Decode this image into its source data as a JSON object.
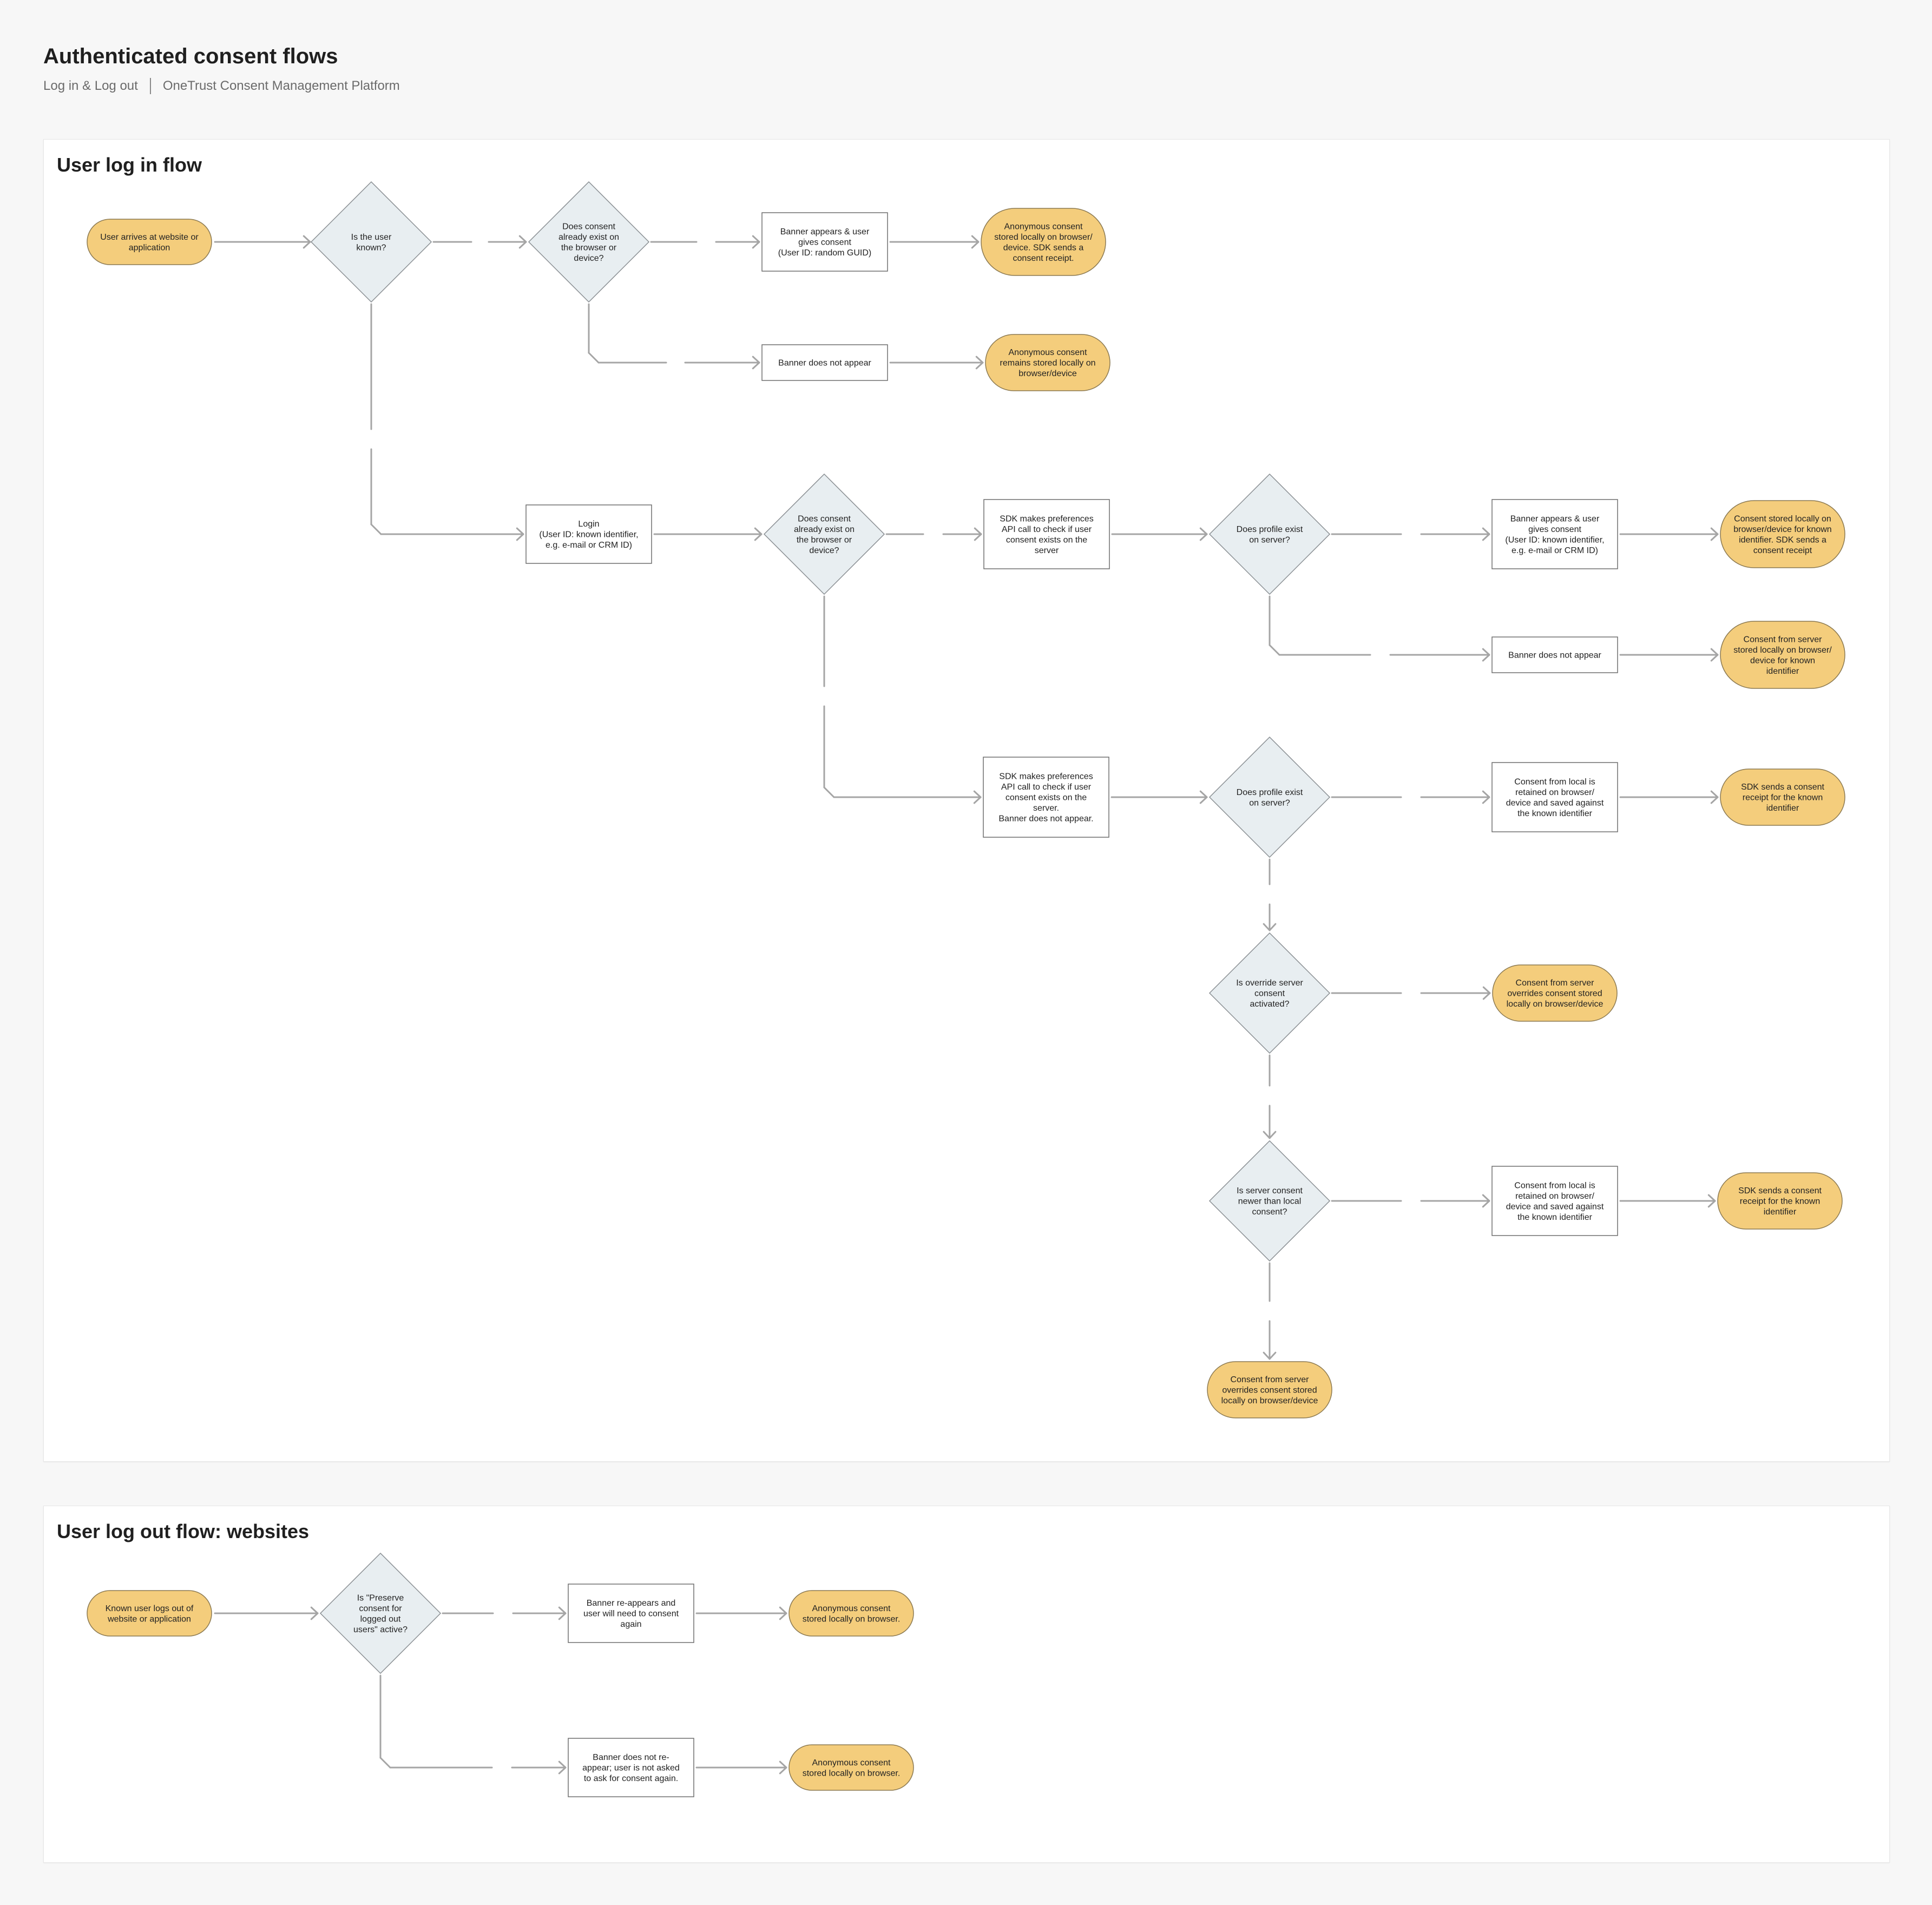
{
  "header": {
    "title": "Authenticated consent flows",
    "breadcrumb": [
      "Log in & Log out",
      "OneTrust Consent Management Platform"
    ]
  },
  "colors": {
    "terminal_fill": "#f4cd7c",
    "terminal_stroke": "#8c7a52",
    "decision_fill": "#e8eef1",
    "decision_stroke": "#8a8f93",
    "process_fill": "#ffffff",
    "process_stroke": "#6f6f6f",
    "connector": "#a5a5a5"
  },
  "login_flow": {
    "title": "User log in flow",
    "nodes": [
      {
        "id": "arrive",
        "type": "terminal",
        "icon": "start-terminal",
        "lines": [
          "User arrives at website or",
          "application"
        ]
      },
      {
        "id": "known",
        "type": "decision",
        "lines": [
          "Is the user",
          "known?"
        ]
      },
      {
        "id": "exists1",
        "type": "decision",
        "lines": [
          "Does consent",
          "already exist on",
          "the browser or",
          "device?"
        ]
      },
      {
        "id": "banner1",
        "type": "process",
        "lines": [
          "Banner appears & user",
          "gives consent",
          "(User ID: random GUID)"
        ]
      },
      {
        "id": "anon1",
        "type": "terminal",
        "lines": [
          "Anonymous consent",
          "stored locally on browser/",
          "device. SDK sends a",
          "consent receipt."
        ]
      },
      {
        "id": "nobanner1",
        "type": "process",
        "lines": [
          "Banner does not appear"
        ]
      },
      {
        "id": "anon2",
        "type": "terminal",
        "lines": [
          "Anonymous consent",
          "remains stored locally on",
          "browser/device"
        ]
      },
      {
        "id": "login",
        "type": "process",
        "lines": [
          "Login",
          "(User ID: known identifier,",
          "e.g. e-mail or CRM ID)"
        ]
      },
      {
        "id": "exists2",
        "type": "decision",
        "lines": [
          "Does consent",
          "already exist on",
          "the browser or",
          "device?"
        ]
      },
      {
        "id": "sdk1",
        "type": "process",
        "lines": [
          "SDK makes preferences",
          "API call to check if user",
          "consent exists on the",
          "server"
        ]
      },
      {
        "id": "profile1",
        "type": "decision",
        "lines": [
          "Does profile exist",
          "on server?"
        ]
      },
      {
        "id": "banner2",
        "type": "process",
        "lines": [
          "Banner appears & user",
          "gives consent",
          "(User ID: known identifier,",
          "e.g. e-mail or CRM ID)"
        ]
      },
      {
        "id": "stored1",
        "type": "terminal",
        "lines": [
          "Consent stored locally on",
          "browser/device for known",
          "identifier. SDK sends a",
          "consent receipt"
        ]
      },
      {
        "id": "nobanner2",
        "type": "process",
        "lines": [
          "Banner does not appear"
        ]
      },
      {
        "id": "server1",
        "type": "terminal",
        "lines": [
          "Consent from server",
          "stored locally on browser/",
          "device for known",
          "identifier"
        ]
      },
      {
        "id": "sdk2",
        "type": "process",
        "lines": [
          "SDK makes preferences",
          "API call to check if user",
          "consent exists on the",
          "server.",
          "Banner does not appear."
        ]
      },
      {
        "id": "profile2",
        "type": "decision",
        "lines": [
          "Does profile exist",
          "on server?"
        ]
      },
      {
        "id": "retained1",
        "type": "process",
        "lines": [
          "Consent from local is",
          "retained on browser/",
          "device and saved against",
          "the known identifier"
        ]
      },
      {
        "id": "receipt1",
        "type": "terminal",
        "lines": [
          "SDK sends a consent",
          "receipt for the known",
          "identifier"
        ]
      },
      {
        "id": "override",
        "type": "decision",
        "lines": [
          "Is override server",
          "consent",
          "activated?"
        ]
      },
      {
        "id": "overrides1",
        "type": "terminal",
        "lines": [
          "Consent from server",
          "overrides consent stored",
          "locally on browser/device"
        ]
      },
      {
        "id": "newer",
        "type": "decision",
        "lines": [
          "Is server consent",
          "newer than local",
          "consent?"
        ]
      },
      {
        "id": "retained2",
        "type": "process",
        "lines": [
          "Consent from local is",
          "retained on browser/",
          "device and saved against",
          "the known identifier"
        ]
      },
      {
        "id": "receipt2",
        "type": "terminal",
        "lines": [
          "SDK sends a consent",
          "receipt for the known",
          "identifier"
        ]
      },
      {
        "id": "overrides2",
        "type": "terminal",
        "lines": [
          "Consent from server",
          "overrides consent stored",
          "locally on browser/device"
        ]
      }
    ]
  },
  "logout_flow": {
    "title": "User log out flow: websites",
    "nodes": [
      {
        "id": "logsout",
        "type": "terminal",
        "lines": [
          "Known user logs out of",
          "website or application"
        ]
      },
      {
        "id": "preserve",
        "type": "decision",
        "lines": [
          "Is \"Preserve",
          "consent for",
          "logged out",
          "users\" active?"
        ]
      },
      {
        "id": "reappear",
        "type": "process",
        "lines": [
          "Banner re-appears and",
          "user will need to consent",
          "again"
        ]
      },
      {
        "id": "anon3",
        "type": "terminal",
        "lines": [
          "Anonymous consent",
          "stored locally on browser."
        ]
      },
      {
        "id": "noreappear",
        "type": "process",
        "lines": [
          "Banner does not re-",
          "appear; user is not asked",
          "to ask for consent again."
        ]
      },
      {
        "id": "anon4",
        "type": "terminal",
        "lines": [
          "Anonymous consent",
          "stored locally on browser."
        ]
      }
    ]
  }
}
